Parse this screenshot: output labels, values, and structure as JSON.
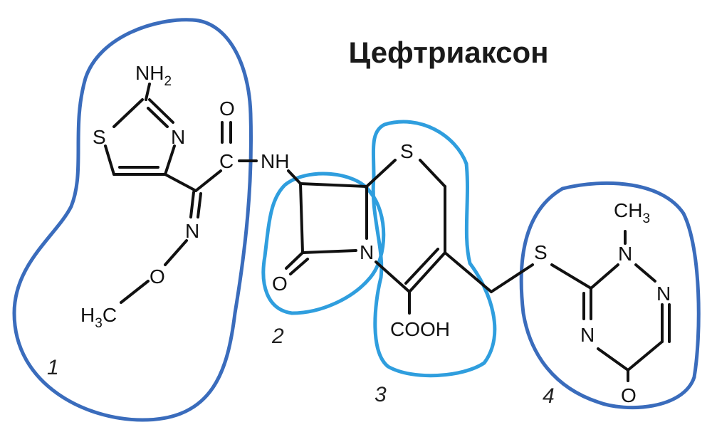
{
  "title": "Цефтриаксон",
  "atoms": {
    "nh2": "NH",
    "nh2_sub": "2",
    "s_thiazole": "S",
    "n_thiazole": "N",
    "o_carbonyl": "O",
    "c_carbonyl": "C",
    "nh_amide": "NH",
    "n_oxime": "N",
    "o_oxime": "O",
    "h3c": "H",
    "h3c_sub": "3",
    "h3c_c": "C",
    "n_lactam": "N",
    "o_lactam": "O",
    "s_ring": "S",
    "cooh": "COOH",
    "s_link": "S",
    "ch3": "CH",
    "ch3_sub": "3",
    "n1_triazine": "N",
    "n2_triazine": "N",
    "n3_triazine": "N",
    "o_triazine": "O"
  },
  "regions": [
    "1",
    "2",
    "3",
    "4"
  ],
  "colors": {
    "region_dark": "#3a6cbc",
    "region_light": "#2f9ede"
  }
}
